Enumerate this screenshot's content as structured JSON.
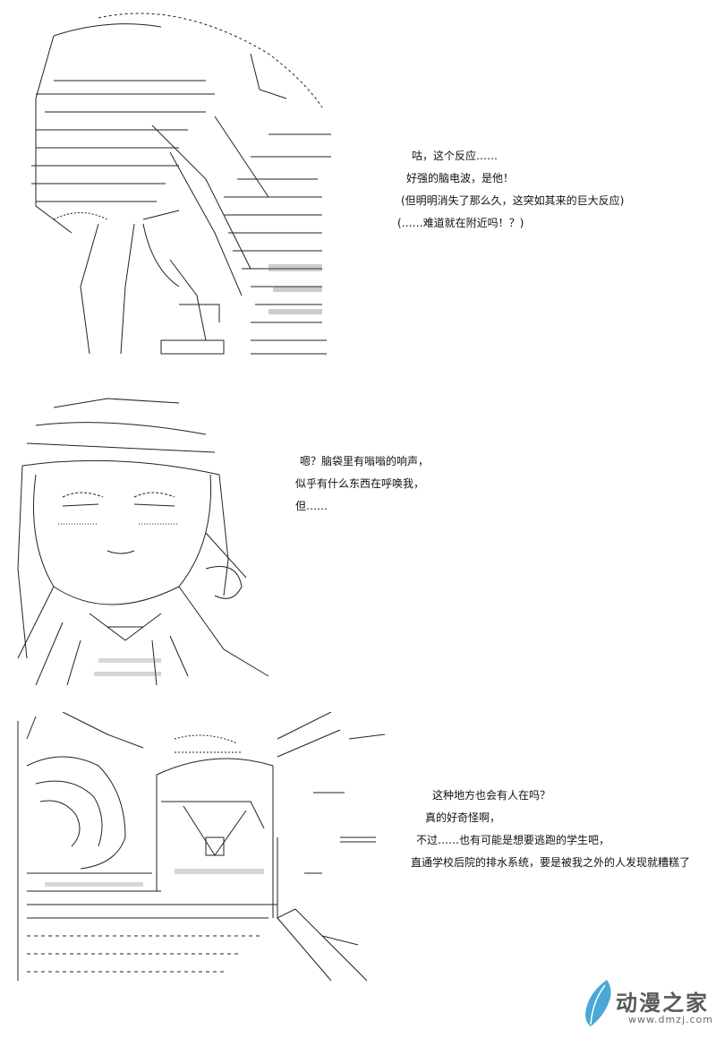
{
  "panels": [
    {
      "dialogue": [
        "咕，这个反应……",
        "好强的脑电波，是他！",
        "(但明明消失了那么久，这突如其来的巨大反应)",
        "(……难道就在附近吗！？)"
      ]
    },
    {
      "dialogue": [
        "嗯？脑袋里有嗡嗡的响声，",
        "似乎有什么东西在呼唤我，",
        "但……"
      ]
    },
    {
      "dialogue": [
        "这种地方也会有人在吗？",
        "真的好奇怪啊，",
        "不过……也有可能是想要逃跑的学生吧，",
        "直通学校后院的排水系统，要是被我之外的人发现就糟糕了"
      ]
    }
  ],
  "watermark": {
    "name": "动漫之家",
    "url": "www.dmzj.com",
    "colors": {
      "accent": "#4aa8d8",
      "text": "#5a5a5a"
    }
  }
}
